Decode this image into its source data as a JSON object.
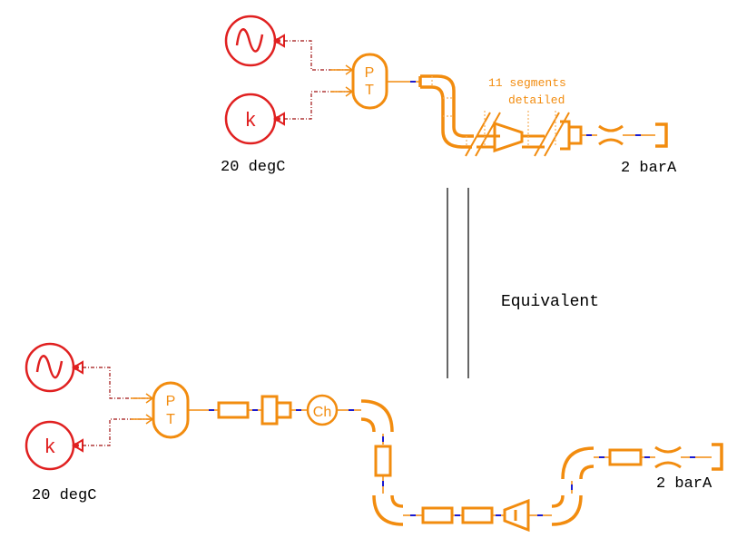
{
  "colors": {
    "pipe": "#f28c0f",
    "source": "#e02020",
    "signal": "#a01010",
    "dotted": "#f5b060",
    "flow": "#1a1ad0",
    "divider": "#000000"
  },
  "top": {
    "source_sine": "sine-source",
    "source_k": "k",
    "pt_label_p": "P",
    "pt_label_t": "T",
    "temperature": "20 degC",
    "note_line1": "11 segments",
    "note_line2": "detailed",
    "pressure": "2 barA"
  },
  "middle": {
    "equivalent": "Equivalent"
  },
  "bottom": {
    "source_sine": "sine-source",
    "source_k": "k",
    "pt_label_p": "P",
    "pt_label_t": "T",
    "component_ch": "Ch",
    "temperature": "20 degC",
    "pressure": "2 barA"
  }
}
